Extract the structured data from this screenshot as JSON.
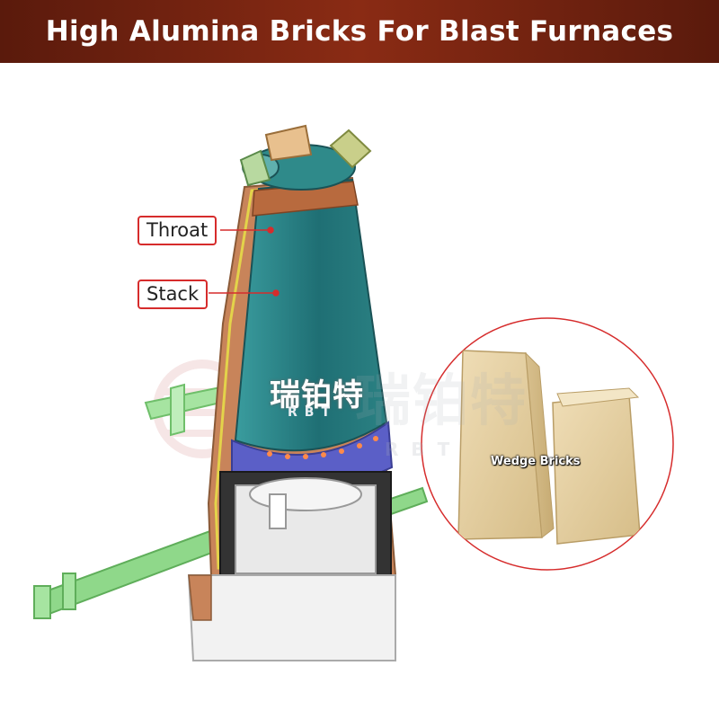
{
  "header": {
    "title": "High Alumina Bricks For Blast Furnaces"
  },
  "labels": {
    "throat": "Throat",
    "stack": "Stack"
  },
  "inset": {
    "caption": "Wedge Bricks"
  },
  "watermark": {
    "chinese": "瑞铂特",
    "latin": "RBT"
  },
  "colors": {
    "header_bg": "#7a2512",
    "callout_red": "#d62c2c",
    "furnace_teal": "#2f8a8a",
    "furnace_shell": "#c8845a",
    "tuyere_green": "#8fd88a",
    "brick": "#e8d3a8"
  }
}
